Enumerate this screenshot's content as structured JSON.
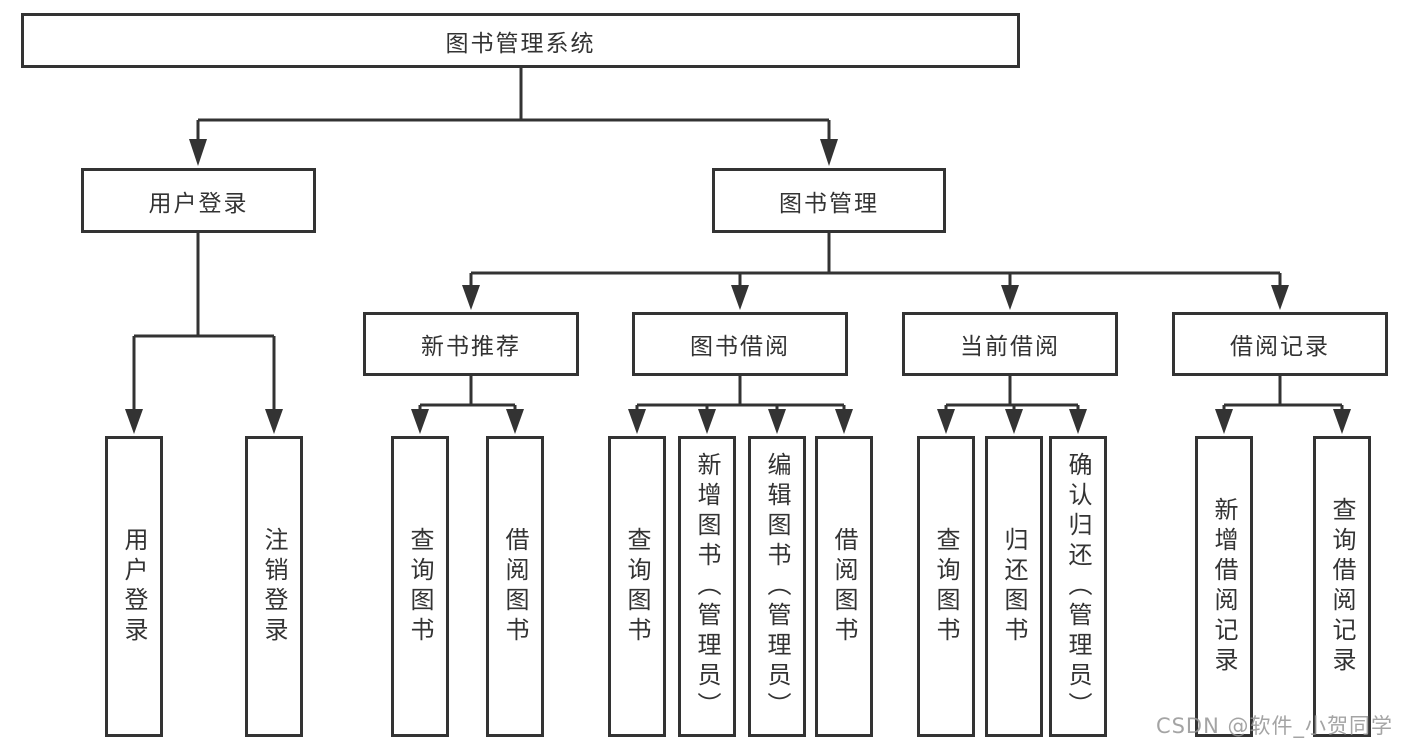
{
  "colors": {
    "line": "#333333",
    "box_border": "#333333",
    "text": "#333333",
    "background": "#ffffff",
    "watermark": "#949494"
  },
  "nodes": {
    "root": {
      "label": "图书管理系统"
    },
    "user_login": {
      "label": "用户登录"
    },
    "book_management": {
      "label": "图书管理"
    },
    "new_book_recommend": {
      "label": "新书推荐"
    },
    "book_borrow": {
      "label": "图书借阅"
    },
    "current_borrow": {
      "label": "当前借阅"
    },
    "borrow_records": {
      "label": "借阅记录"
    },
    "leaf_user_login": {
      "label": "用户登录"
    },
    "leaf_logout": {
      "label": "注销登录"
    },
    "leaf_nbr_query_book": {
      "label": "查询图书"
    },
    "leaf_nbr_borrow_book": {
      "label": "借阅图书"
    },
    "leaf_bb_query_book": {
      "label": "查询图书"
    },
    "leaf_bb_add_book": {
      "label": "新增图书（管理员）"
    },
    "leaf_bb_edit_book": {
      "label": "编辑图书（管理员）"
    },
    "leaf_bb_borrow_book": {
      "label": "借阅图书"
    },
    "leaf_cb_query_book": {
      "label": "查询图书"
    },
    "leaf_cb_return_book": {
      "label": "归还图书"
    },
    "leaf_cb_confirm_return": {
      "label": "确认归还（管理员）"
    },
    "leaf_br_add_record": {
      "label": "新增借阅记录"
    },
    "leaf_br_query_record": {
      "label": "查询借阅记录"
    }
  },
  "watermark": {
    "text": "CSDN @软件_小贺同学"
  }
}
